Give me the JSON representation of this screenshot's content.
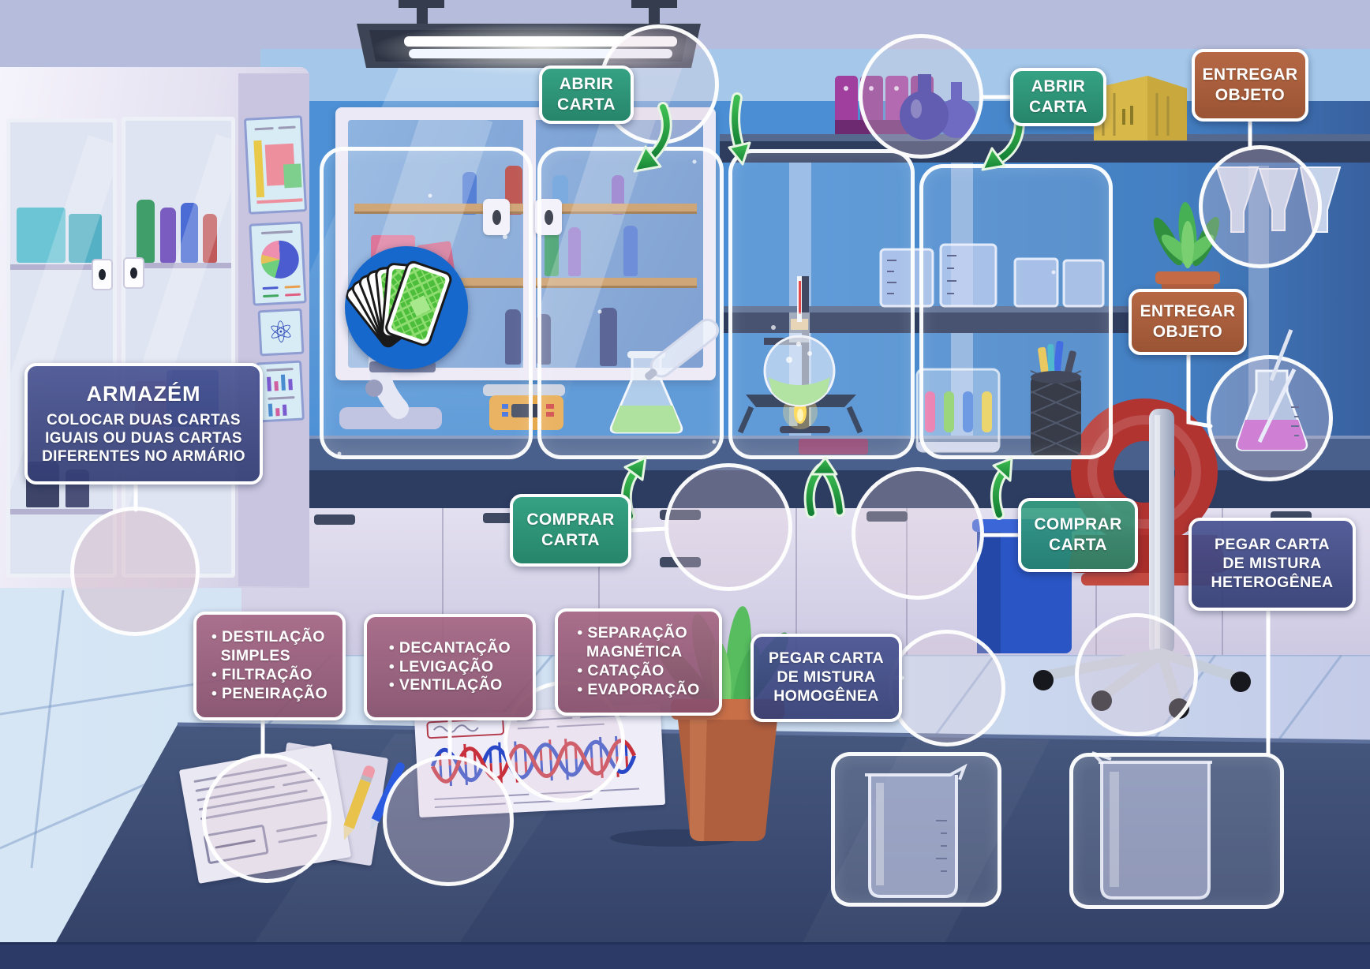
{
  "board": {
    "armazem": {
      "title": "ARMAZÉM",
      "instructions": "COLOCAR DUAS CARTAS\nIGUAIS OU DUAS CARTAS\nDIFERENTES NO ARMÁRIO"
    },
    "actions": {
      "abrir_carta": "ABRIR\nCARTA",
      "comprar_carta": "COMPRAR\nCARTA",
      "entregar_objeto": "ENTREGAR\nOBJETO",
      "pegar_homogenea": "PEGAR CARTA\nDE MISTURA\nHOMOGÊNEA",
      "pegar_heterogenea": "PEGAR CARTA\nDE MISTURA\nHETEROGÊNEA"
    },
    "metodos_separacao": {
      "grupo_1": {
        "items": [
          "DESTILAÇÃO SIMPLES",
          "FILTRAÇÃO",
          "PENEIRAÇÃO"
        ],
        "display": "• DESTILAÇÃO\n  SIMPLES\n• FILTRAÇÃO\n• PENEIRAÇÃO"
      },
      "grupo_2": {
        "items": [
          "DECANTAÇÃO",
          "LEVIGAÇÃO",
          "VENTILAÇÃO"
        ],
        "display": "• DECANTAÇÃO\n• LEVIGAÇÃO\n• VENTILAÇÃO"
      },
      "grupo_3": {
        "items": [
          "SEPARAÇÃO MAGNÉTICA",
          "CATAÇÃO",
          "EVAPORAÇÃO"
        ],
        "display": "• SEPARAÇÃO\n  MAGNÉTICA\n• CATAÇÃO\n• EVAPORAÇÃO"
      }
    },
    "icons": {
      "card_deck": "green-card-fan",
      "arrow_down": "↓",
      "arrow_up": "↑"
    },
    "colors": {
      "action_green": "#2E9678",
      "action_terracotta": "#AC5C3B",
      "panel_navy": "#3A447C",
      "panel_mauve": "#96587A",
      "zone_outline": "#FFFFFF",
      "card_back_green": "#4CBE3C",
      "wall_blue": "#4B8ED3",
      "desk_navy": "#3C4D73",
      "chair_red": "#B23431"
    }
  }
}
